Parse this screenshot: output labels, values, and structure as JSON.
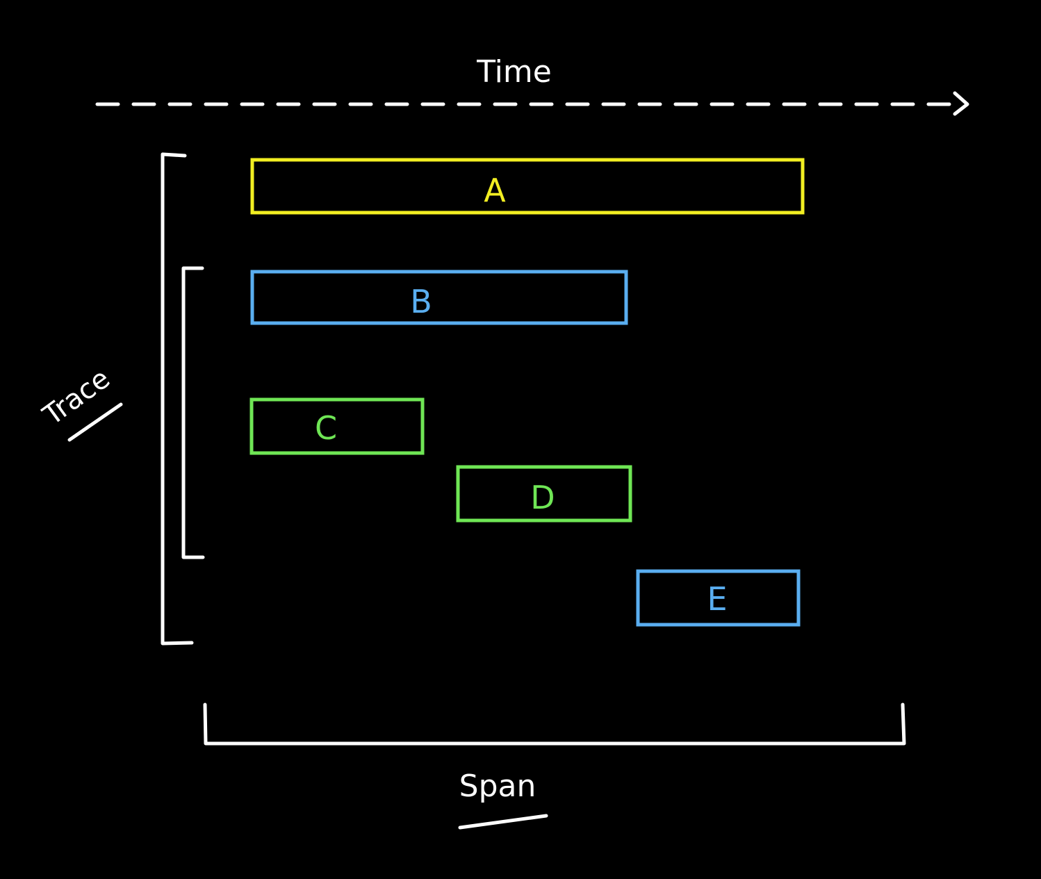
{
  "axis": {
    "label": "Time"
  },
  "labels": {
    "trace": "Trace",
    "span": "Span"
  },
  "colors": {
    "background": "#000000",
    "ink": "#ffffff",
    "yellow": "#f2ee22",
    "blue": "#5aaef0",
    "green": "#6fe655"
  },
  "spans": [
    {
      "id": "span-a",
      "label": "A",
      "color": "#f2ee22"
    },
    {
      "id": "span-b",
      "label": "B",
      "color": "#5aaef0"
    },
    {
      "id": "span-c",
      "label": "C",
      "color": "#6fe655"
    },
    {
      "id": "span-d",
      "label": "D",
      "color": "#6fe655"
    },
    {
      "id": "span-e",
      "label": "E",
      "color": "#5aaef0"
    }
  ]
}
